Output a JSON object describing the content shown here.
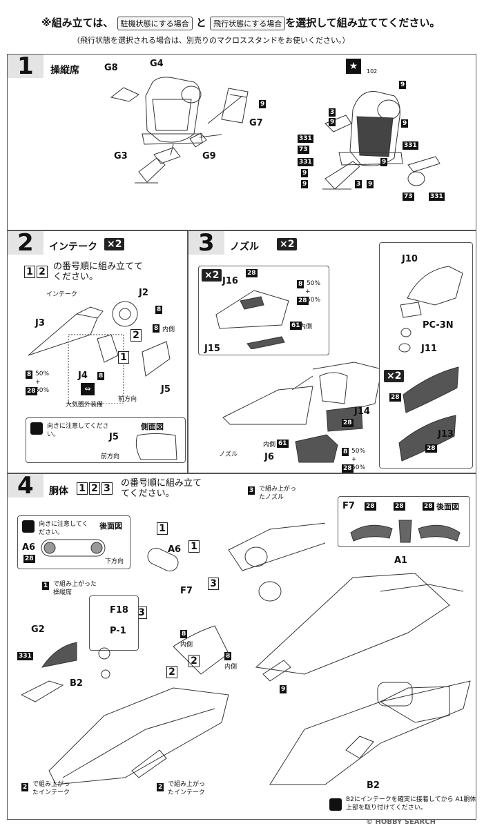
{
  "header": {
    "mark": "※",
    "line1_a": "組み立ては、",
    "tag_parked": "駐機状態にする場合",
    "line1_b": "と",
    "tag_flight": "飛行状態にする場合",
    "line1_c": "を選択して組み立ててください。",
    "line2": "（飛行状態を選択される場合は、別売りのマクロススタンドをお使いください。）"
  },
  "step1": {
    "number": "1",
    "title": "操縦席",
    "parts_left": [
      "G8",
      "G4",
      "G7",
      "G3",
      "G9"
    ],
    "paint_left": [
      "9"
    ],
    "special": "102",
    "paints_right": [
      "9",
      "3",
      "9",
      "9",
      "331",
      "73",
      "331",
      "9",
      "9",
      "3",
      "9",
      "9",
      "73",
      "331"
    ]
  },
  "step2": {
    "number": "2",
    "title": "インテーク",
    "multiplier": "×2",
    "instruction": "の番号順に組み立ててください。",
    "seq": [
      "1",
      "2"
    ],
    "intake_label": "インテーク",
    "parts": [
      "J2",
      "J3",
      "J4",
      "J5"
    ],
    "paint_j2": "8",
    "paint_inner": "8",
    "inner_label": "内側",
    "mix_top": "8",
    "mix_top_pct": "50%",
    "mix_plus": "+",
    "mix_bottom": "28",
    "mix_bottom_pct": "50%",
    "j4_paint": "8",
    "j4_note": "大気圏外装備",
    "forward": "前方向",
    "tip_text": "向きに注意してください。",
    "side_view": "側面図",
    "tip_part": "J5",
    "tip_forward": "前方向"
  },
  "step3": {
    "number": "3",
    "title": "ノズル",
    "multiplier": "×2",
    "sub_multiplier": "×2",
    "parts": [
      "J16",
      "J15",
      "J14",
      "J6",
      "J10",
      "PC-3N",
      "J11",
      "J13"
    ],
    "paints": {
      "j16_top": "28",
      "mix_a": "8",
      "mix_a_pct": "50%",
      "plus": "+",
      "mix_b": "28",
      "mix_b_pct": "50%",
      "inner": "61",
      "inner_label": "内側",
      "j14": "28",
      "j6_inner": "61",
      "j6_inner_label": "内側",
      "j6_mix_a": "8",
      "j6_mix_a_pct": "50%",
      "j6_mix_b": "28",
      "j6_mix_b_pct": "50%",
      "j13_a": "28",
      "j13_b": "28"
    },
    "nozzle_label": "ノズル"
  },
  "step4": {
    "number": "4",
    "title": "胴体",
    "seq": [
      "1",
      "2",
      "3"
    ],
    "instruction": "の番号順に組み立ててください。",
    "ref3_num": "3",
    "ref3_text": "で組み上がったノズル",
    "rear_view": "後面図",
    "tip_text": "向きに注意してください。",
    "down": "下方向",
    "a6": "A6",
    "a6_paint": "28",
    "ref1_num": "1",
    "ref1_text": "で組み上がった操縦席",
    "g2": "G2",
    "g2_paint": "331",
    "f18": "F18",
    "p1": "P-1",
    "f7": "F7",
    "f7_paint": "8",
    "f7_inner": "内側",
    "f7_paint2": "8",
    "f7_inner2": "内側",
    "b2": "B2",
    "a1": "A1",
    "a1_paint": "9",
    "ref2_num": "2",
    "ref2_text": "で組み上がったインテーク",
    "f7_rear": "F7",
    "f7_rear_paints": [
      "28",
      "28",
      "28"
    ],
    "b2_bottom": "B2",
    "bottom_note": "B2にインテークを確実に接着してから A1胴体上部を取り付けてください。",
    "watermark": "© HOBBY SEARCH"
  },
  "colors": {
    "band": "#e4e4e4",
    "ink": "#111111"
  }
}
